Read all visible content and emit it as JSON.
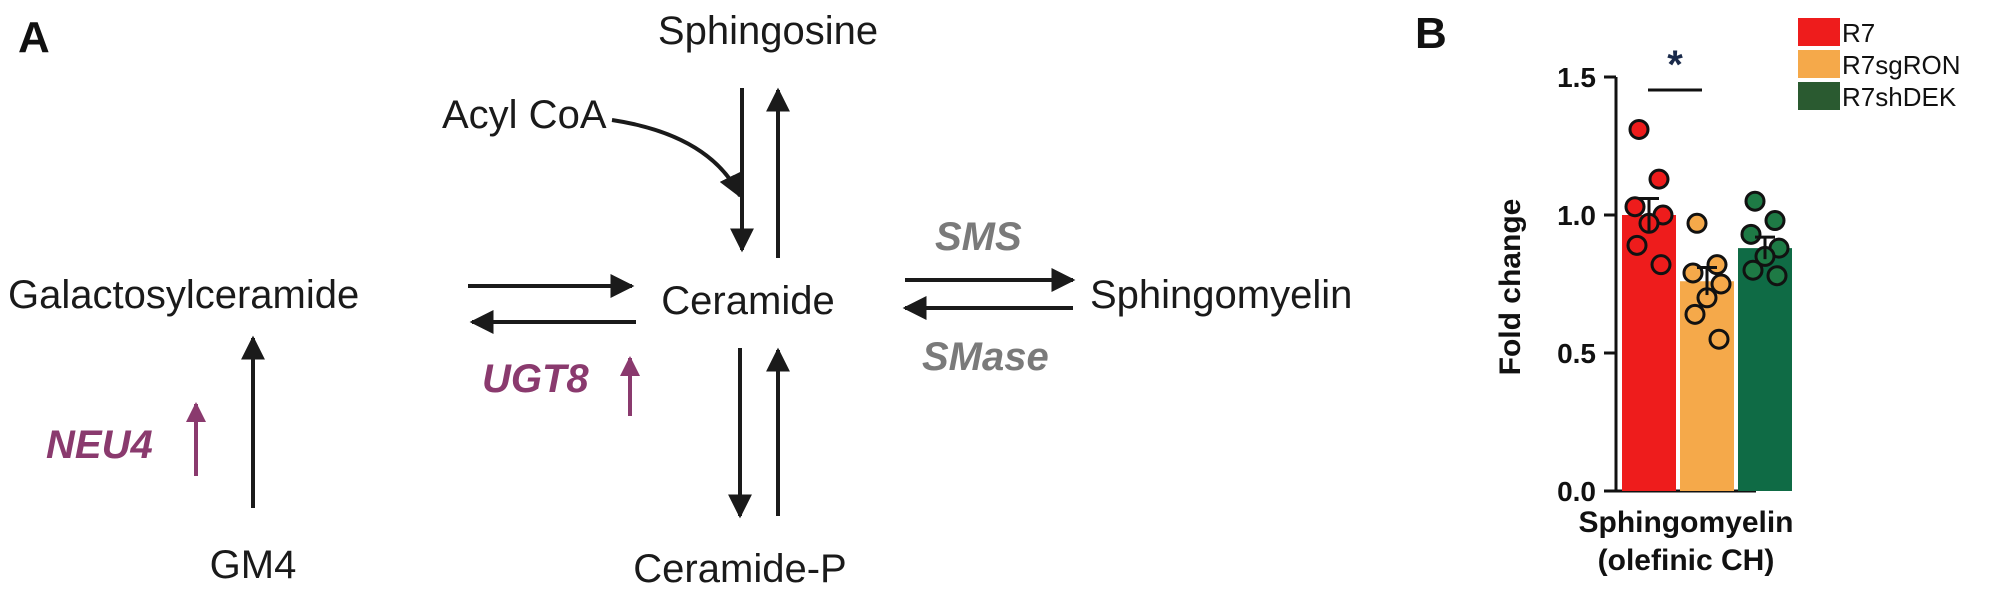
{
  "panel_a": {
    "label": "A",
    "nodes": {
      "sphingosine": "Sphingosine",
      "acyl_coa": "Acyl CoA",
      "galactosylceramide": "Galactosylceramide",
      "ceramide": "Ceramide",
      "sphingomyelin": "Sphingomyelin",
      "gm4": "GM4",
      "ceramide_p": "Ceramide-P"
    },
    "enzymes": {
      "sms": "SMS",
      "smase": "SMase",
      "ugt8": "UGT8",
      "neu4": "NEU4"
    },
    "colors": {
      "upregulated": "#8a3a6e",
      "enzyme_gray": "#7a7a7a",
      "arrow": "#1a1a1a"
    }
  },
  "panel_b": {
    "label": "B",
    "legend": [
      {
        "name": "R7",
        "color": "#ee1c1c"
      },
      {
        "name": "R7sgRON",
        "color": "#f5a94a"
      },
      {
        "name": "R7shDEK",
        "color": "#2a5a30"
      }
    ],
    "significance": "*",
    "category_line1": "Sphingomyelin",
    "category_line2": "(olefinic CH)",
    "tick_labels": [
      "0.0",
      "0.5",
      "1.0",
      "1.5"
    ]
  },
  "chart_data": {
    "type": "bar",
    "title": "",
    "xlabel": "",
    "ylabel": "Fold change",
    "ylim": [
      0,
      1.5
    ],
    "yticks": [
      0,
      0.5,
      1.0,
      1.5
    ],
    "categories": [
      "Sphingomyelin (olefinic CH)"
    ],
    "series": [
      {
        "name": "R7",
        "color": "#ee1c1c",
        "dot_color": "#ee1c1c",
        "values": [
          1.0
        ],
        "sem": 0.06,
        "points": [
          1.31,
          1.13,
          1.03,
          1.0,
          0.97,
          0.89,
          0.82
        ]
      },
      {
        "name": "R7sgRON",
        "color": "#f5a94a",
        "dot_color": "#f5a94a",
        "values": [
          0.76
        ],
        "sem": 0.05,
        "points": [
          0.97,
          0.82,
          0.79,
          0.75,
          0.7,
          0.64,
          0.55
        ]
      },
      {
        "name": "R7shDEK",
        "color": "#0f6b45",
        "dot_color": "#1e7a45",
        "values": [
          0.88
        ],
        "sem": 0.04,
        "points": [
          1.05,
          0.98,
          0.93,
          0.88,
          0.85,
          0.8,
          0.78
        ]
      }
    ],
    "annotations": [
      {
        "text": "*",
        "between": [
          "R7",
          "R7sgRON"
        ]
      }
    ],
    "legend_position": "top-right",
    "grid": false
  }
}
